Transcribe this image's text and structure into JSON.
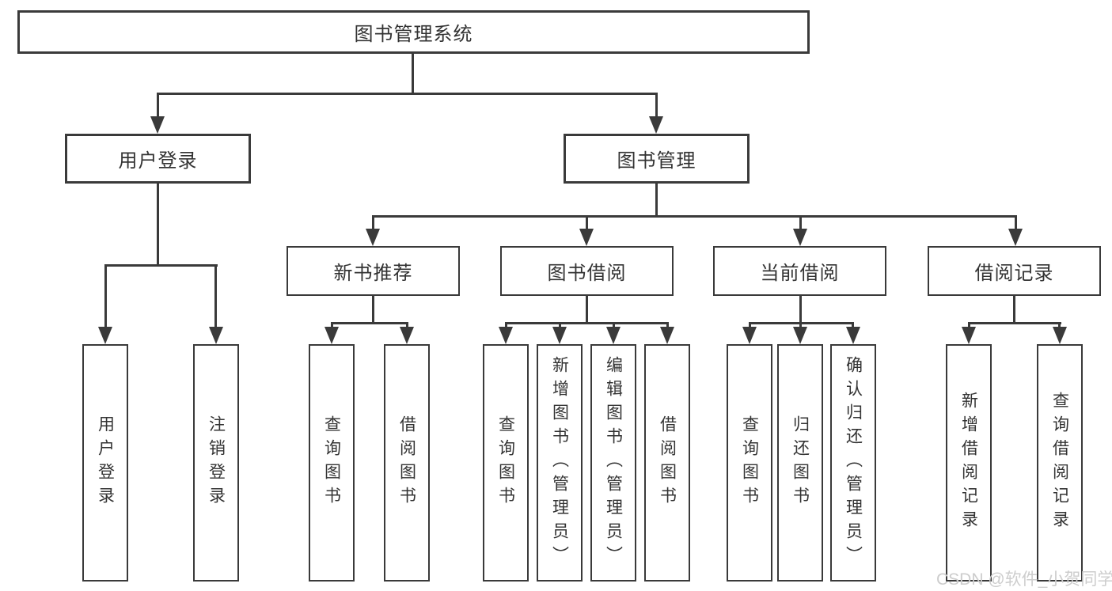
{
  "diagram": {
    "root": {
      "label": "图书管理系统"
    },
    "branches": [
      {
        "label": "用户登录",
        "children": [
          {
            "label": "用户登录"
          },
          {
            "label": "注销登录"
          }
        ]
      },
      {
        "label": "图书管理",
        "children": [
          {
            "label": "新书推荐",
            "children": [
              {
                "label": "查询图书"
              },
              {
                "label": "借阅图书"
              }
            ]
          },
          {
            "label": "图书借阅",
            "children": [
              {
                "label": "查询图书"
              },
              {
                "label": "新增图书（管理员）"
              },
              {
                "label": "编辑图书（管理员）"
              },
              {
                "label": "借阅图书"
              }
            ]
          },
          {
            "label": "当前借阅",
            "children": [
              {
                "label": "查询图书"
              },
              {
                "label": "归还图书"
              },
              {
                "label": "确认归还（管理员）"
              }
            ]
          },
          {
            "label": "借阅记录",
            "children": [
              {
                "label": "新增借阅记录"
              },
              {
                "label": "查询借阅记录"
              }
            ]
          }
        ]
      }
    ]
  },
  "watermark": {
    "text": "CSDN @软件_小贺同学"
  },
  "colors": {
    "line": "#3a3a3a",
    "text": "#333333",
    "background": "#ffffff",
    "watermark": "#cdcdcd"
  }
}
